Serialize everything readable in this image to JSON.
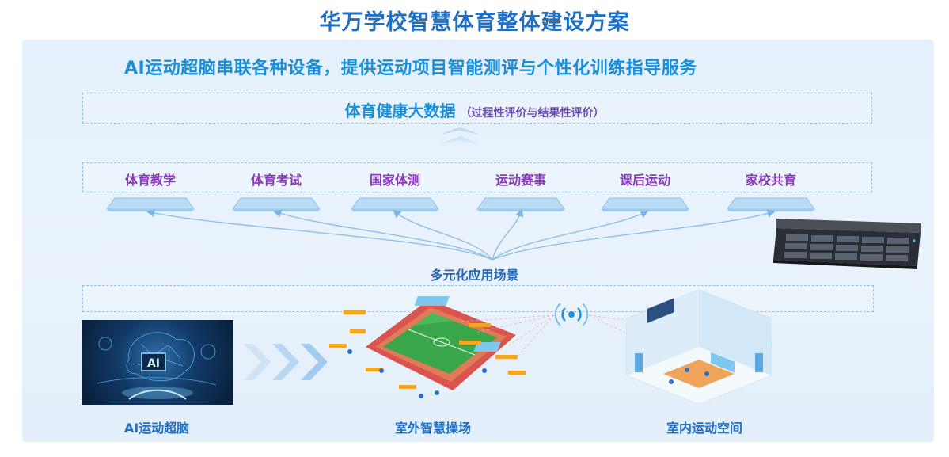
{
  "title": "华万学校智慧体育整体建设方案",
  "subtitle": "AI运动超脑串联各种设备，提供运动项目智能测评与个性化训练指导服务",
  "big_data": {
    "label": "体育健康大数据",
    "sub": "（过程性评价与结果性评价）"
  },
  "scenarios": [
    "体育教学",
    "体育考试",
    "国家体测",
    "运动赛事",
    "课后运动",
    "家校共育"
  ],
  "center_label": "多元化应用场景",
  "bottom": {
    "ai": "AI运动超脑",
    "outdoor": "室外智慧操场",
    "indoor": "室内运动空间"
  },
  "ai_chip_text": "AI",
  "colors": {
    "title": "#1f6fc4",
    "accent": "#1a8fd8",
    "scenario_text": "#8a3ab8",
    "panel_bg": "#e6f1fb",
    "field_green": "#3aa64a",
    "track_red": "#d9534f"
  }
}
